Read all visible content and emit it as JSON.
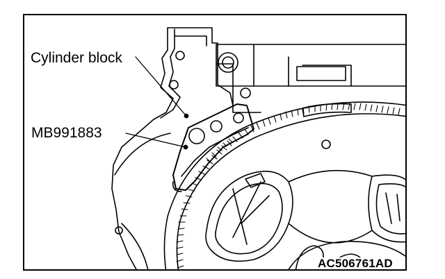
{
  "labels": {
    "cylinder_block": "Cylinder block",
    "tool_number": "MB991883",
    "figure_code": "AC506761AD"
  },
  "colors": {
    "line": "#000000",
    "background": "#ffffff"
  }
}
